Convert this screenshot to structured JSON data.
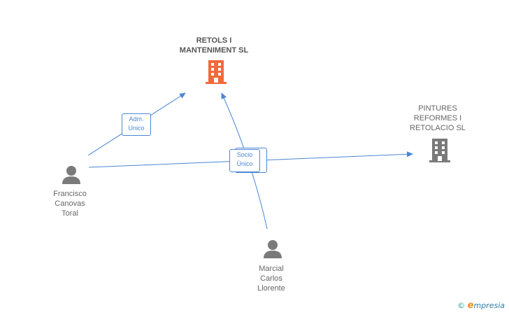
{
  "nodes": {
    "company_main": {
      "label": "RETOLS I\nMANTENIMENT SL",
      "icon": "building-icon",
      "color": "#f26a3b"
    },
    "company_other": {
      "label": "PINTURES\nREFORMES I\nRETOLACIO SL",
      "icon": "building-icon",
      "color": "#7a7a7a"
    },
    "person_francisco": {
      "label": "Francisco\nCanovas\nToral",
      "icon": "person-icon",
      "color": "#7a7a7a"
    },
    "person_marcial": {
      "label": "Marcial\nCarlos\nLlorente",
      "icon": "person-icon",
      "color": "#7a7a7a"
    }
  },
  "relations": {
    "adm_unico": "Adm.\nUnico",
    "socio_unico": "Socio\nÚnico"
  },
  "footer": {
    "copyright_symbol": "©",
    "brand_e": "e",
    "brand_rest": "mpresia"
  },
  "colors": {
    "link": "#4a86d8"
  }
}
